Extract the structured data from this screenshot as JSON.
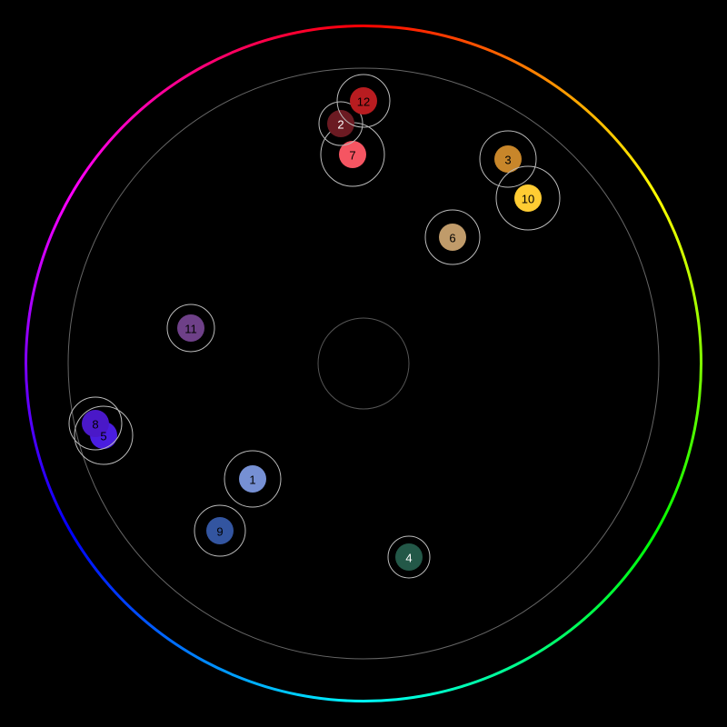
{
  "wheel": {
    "title": "Color wheel"
  },
  "points": [
    {
      "label": "1",
      "color": "#7690d4",
      "text_color": "#000000"
    },
    {
      "label": "2",
      "color": "#6b1a22",
      "text_color": "#ffffff"
    },
    {
      "label": "3",
      "color": "#c8862a",
      "text_color": "#000000"
    },
    {
      "label": "4",
      "color": "#235848",
      "text_color": "#ffffff"
    },
    {
      "label": "5",
      "color": "#4a1de0",
      "text_color": "#000000"
    },
    {
      "label": "6",
      "color": "#c09b6a",
      "text_color": "#000000"
    },
    {
      "label": "7",
      "color": "#f55562",
      "text_color": "#000000"
    },
    {
      "label": "8",
      "color": "#4a18c8",
      "text_color": "#000000"
    },
    {
      "label": "9",
      "color": "#3355a0",
      "text_color": "#000000"
    },
    {
      "label": "10",
      "color": "#ffcc33",
      "text_color": "#000000"
    },
    {
      "label": "11",
      "color": "#6e4088",
      "text_color": "#000000"
    },
    {
      "label": "12",
      "color": "#b81c20",
      "text_color": "#000000"
    }
  ]
}
